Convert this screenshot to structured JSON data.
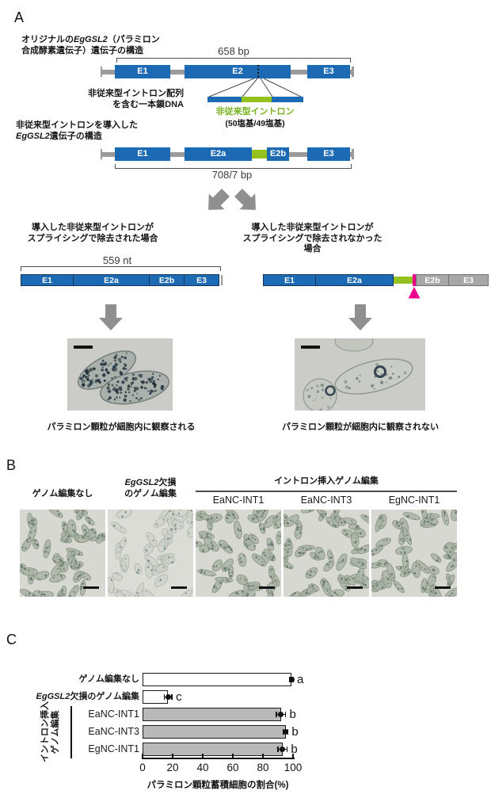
{
  "figure": {
    "panelA": {
      "label": "A",
      "original_gene": {
        "title_prefix": "オリジナルの",
        "title_gene": "EgGSL2",
        "title_suffix": "（パラミロン",
        "title_line2": "合成酵素遺伝子）遺伝子の構造",
        "length": "658 bp",
        "exons": [
          "E1",
          "E2",
          "E3"
        ]
      },
      "ssdna": {
        "label_line1": "非従来型イントロン配列",
        "label_line2": "を含む一本鎖DNA",
        "intron_label": "非従来型イントロン",
        "intron_size": "(50塩基/49塩基)"
      },
      "edited_gene": {
        "title_line1": "非従来型イントロンを導入した",
        "title_gene": "EgGSL2",
        "title_suffix": "遺伝子の構造",
        "length": "708/7 bp",
        "exons": [
          "E1",
          "E2a",
          "E2b",
          "E3"
        ]
      },
      "spliced": {
        "case_line1": "導入した非従来型イントロンが",
        "case_line2": "スプライシングで除去された場合",
        "length": "559 nt",
        "exons": [
          "E1",
          "E2a",
          "E2b",
          "E3"
        ],
        "caption": "パラミロン顆粒が細胞内に観察される"
      },
      "unspliced": {
        "case_line1": "導入した非従来型イントロンが",
        "case_line2": "スプライシングで除去されなかった場合",
        "exons_expressed": [
          "E1",
          "E2a"
        ],
        "exons_untranslated": [
          "E2b",
          "E3"
        ],
        "caption": "パラミロン顆粒が細胞内に観察されない"
      }
    },
    "panelB": {
      "label": "B",
      "no_editing_label": "ゲノム編集なし",
      "knockout_gene": "EgGSL2",
      "knockout_line1_rest": "欠損",
      "knockout_line2": "のゲノム編集",
      "intron_group_label": "イントロン挿入ゲノム編集",
      "columns": [
        "EaNC-INT1",
        "EaNC-INT3",
        "EgNC-INT1"
      ]
    },
    "panelC": {
      "label": "C"
    }
  },
  "chart_data": {
    "type": "bar",
    "orientation": "horizontal",
    "xlabel": "パラミロン顆粒蓄積細胞の割合(%)",
    "xlim": [
      0,
      100
    ],
    "xticks": [
      0,
      20,
      40,
      60,
      80,
      100
    ],
    "categories": [
      "ゲノム編集なし",
      "EgGSL2欠損のゲノム編集",
      "EaNC-INT1",
      "EaNC-INT3",
      "EgNC-INT1"
    ],
    "values": [
      99,
      17,
      92,
      95,
      93
    ],
    "errors": [
      1,
      2.5,
      3,
      1.5,
      3
    ],
    "sig_letters": [
      "a",
      "c",
      "b",
      "b",
      "b"
    ],
    "bar_fills": [
      "#ffffff",
      "#ffffff",
      "#b9b9b9",
      "#b9b9b9",
      "#b9b9b9"
    ],
    "category_styles": [
      {
        "jp_bold": true,
        "italic_gene": "",
        "text": "ゲノム編集なし"
      },
      {
        "jp_bold": true,
        "italic_gene": "EgGSL2",
        "text": "欠損のゲノム編集"
      },
      {
        "jp_bold": false,
        "italic_gene": "",
        "text": "EaNC-INT1"
      },
      {
        "jp_bold": false,
        "italic_gene": "",
        "text": "EaNC-INT3"
      },
      {
        "jp_bold": false,
        "italic_gene": "",
        "text": "EgNC-INT1"
      }
    ],
    "group_bracket": {
      "rows": [
        2,
        3,
        4
      ],
      "label_line1": "イントロン挿入",
      "label_line2": "ゲノム編集"
    },
    "legend": null,
    "grid": false
  },
  "colors": {
    "exon_blue": "#1b6ab3",
    "intron_green": "#94c11e",
    "intron_green_text": "#76b11e",
    "connector_gray": "#9a9a9a",
    "arrow_gray": "#8f8f8f",
    "magenta": "#ec008c",
    "bar_gray": "#b9b9b9",
    "untranslated_gray": "#a7a7a7"
  }
}
